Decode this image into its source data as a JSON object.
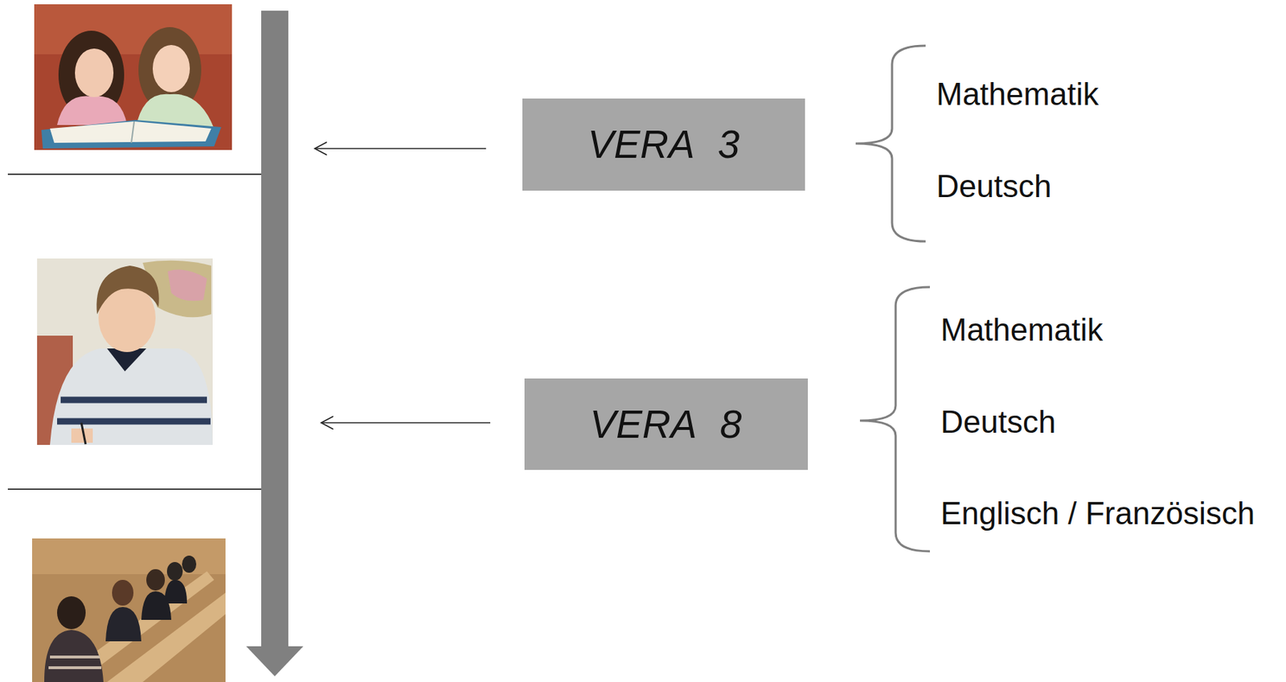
{
  "diagram": {
    "nodes": [
      {
        "text": [
          "VERA 3"
        ]
      },
      {
        "text": [
          "VERA 8"
        ]
      }
    ],
    "labels": [
      "Mathematik",
      "Deutsch",
      "Mathematik",
      "Deutsch",
      "Englisch / Französisch"
    ]
  }
}
